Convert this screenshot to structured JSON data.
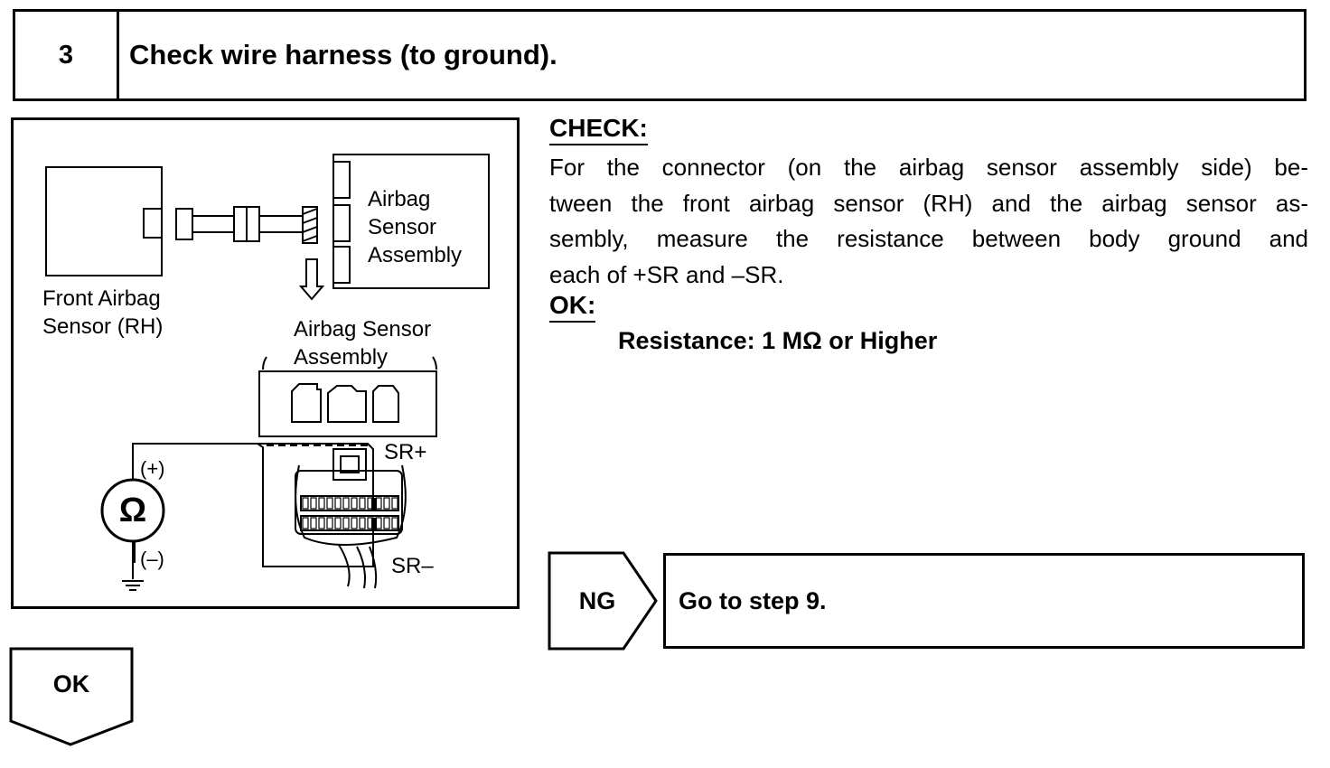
{
  "header": {
    "step_number": "3",
    "title": "Check wire harness (to ground)."
  },
  "figure": {
    "front_sensor_label_line1": "Front Airbag",
    "front_sensor_label_line2": "Sensor (RH)",
    "assembly_label_line1": "Airbag",
    "assembly_label_line2": "Sensor",
    "assembly_label_line3": "Assembly",
    "assembly_view_label_line1": "Airbag Sensor",
    "assembly_view_label_line2": "Assembly",
    "terminal_plus": "SR+",
    "terminal_minus": "SR–",
    "meter_plus": "(+)",
    "meter_minus": "(–)",
    "ohm_symbol": "Ω"
  },
  "check": {
    "heading": "CHECK:",
    "line1": "For the connector (on the airbag sensor assembly side) be-",
    "line2": "tween the front airbag sensor (RH) and the airbag sensor as-",
    "line3": "sembly, measure the resistance between body ground and",
    "line4": "each of +SR and –SR."
  },
  "ok_spec": {
    "heading": "OK:",
    "value": "Resistance: 1 MΩ or Higher"
  },
  "ng": {
    "label": "NG",
    "action": "Go to step 9."
  },
  "ok_flow": {
    "label": "OK"
  }
}
